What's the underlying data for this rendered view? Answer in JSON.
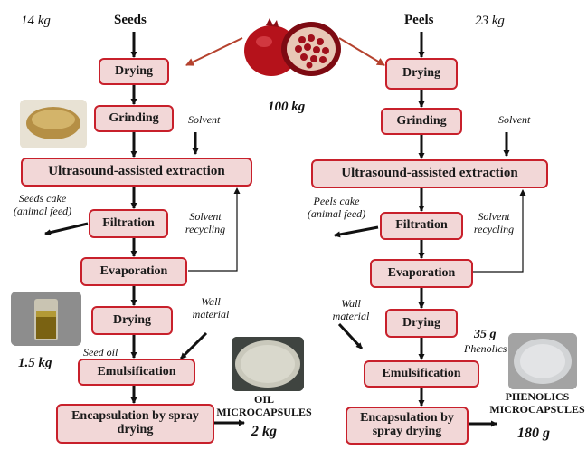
{
  "source": {
    "mass": "100 kg"
  },
  "left": {
    "header": "Seeds",
    "mass": "14 kg",
    "steps": {
      "drying1": "Drying",
      "grinding": "Grinding",
      "extraction": "Ultrasound-assisted extraction",
      "filtration": "Filtration",
      "evaporation": "Evaporation",
      "drying2": "Drying",
      "emulsification": "Emulsification",
      "encapsulation": "Encapsulation by spray drying"
    },
    "solvent": "Solvent",
    "cake": "Seeds cake (animal feed)",
    "recycling": "Solvent recycling",
    "wall_material": "Wall material",
    "intermediate_label": "Seed oil",
    "intermediate_mass": "1.5 kg",
    "product_name": "OIL MICROCAPSULES",
    "product_mass": "2 kg"
  },
  "right": {
    "header": "Peels",
    "mass": "23 kg",
    "steps": {
      "drying1": "Drying",
      "grinding": "Grinding",
      "extraction": "Ultrasound-assisted extraction",
      "filtration": "Filtration",
      "evaporation": "Evaporation",
      "drying2": "Drying",
      "emulsification": "Emulsification",
      "encapsulation": "Encapsulation by spray drying"
    },
    "solvent": "Solvent",
    "cake": "Peels cake (animal feed)",
    "recycling": "Solvent recycling",
    "wall_material": "Wall material",
    "intermediate_mass": "35 g",
    "intermediate_label": "Phenolics",
    "product_name": "PHENOLICS MICROCAPSULES",
    "product_mass": "180 g"
  },
  "colors": {
    "box_fill": "#f2d7d7",
    "box_border": "#c8202b",
    "arrow": "#111111",
    "source_arrow": "#b5422e",
    "pomegranate": "#b5121b"
  },
  "icons": [
    "pomegranate-image",
    "seeds-photo",
    "seed-oil-vial-photo",
    "oil-microcapsules-photo",
    "phenolics-microcapsules-photo"
  ]
}
